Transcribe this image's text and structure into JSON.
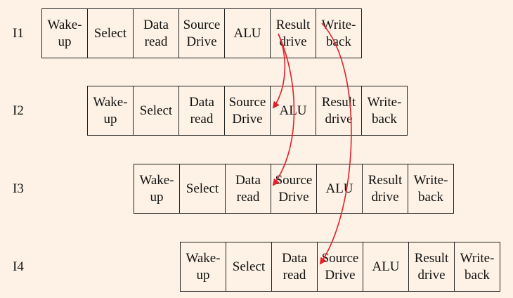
{
  "stages": [
    "Wake-\nup",
    "Select",
    "Data\nread",
    "Source\nDrive",
    "ALU",
    "Result\ndrive",
    "Write-\nback"
  ],
  "instructions": [
    {
      "label": "I1"
    },
    {
      "label": "I2"
    },
    {
      "label": "I3"
    },
    {
      "label": "I4"
    }
  ],
  "arrow_color": "#e0202a"
}
